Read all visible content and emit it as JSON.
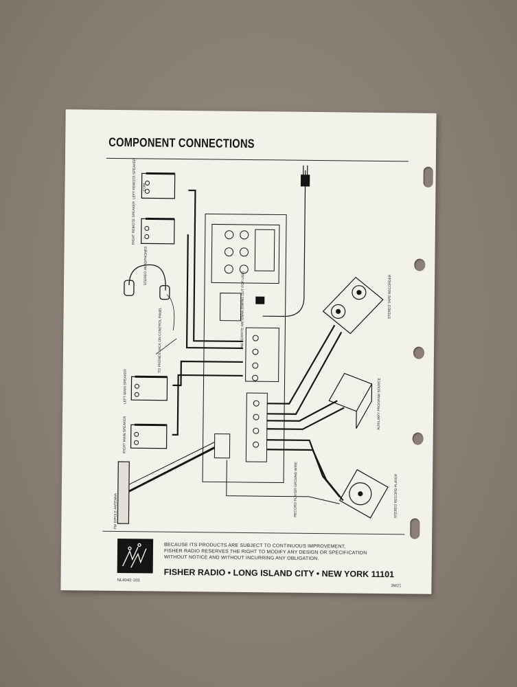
{
  "document": {
    "title": "COMPONENT CONNECTIONS",
    "labels": {
      "left_remote_speaker": "LEFT REMOTE SPEAKER",
      "right_remote_speaker": "RIGHT REMOTE SPEAKER",
      "stereo_headphones": "STEREO HEADPHONES",
      "phones_jack": "TO PHONES JACK ON CONTROL PANEL",
      "left_main_speaker": "LEFT MAIN SPEAKER",
      "right_main_speaker": "RIGHT MAIN SPEAKER",
      "fm_dipole_antenna": "FM DIPOLE ANTENNA",
      "am_ferrite_antenna": "AM FERRITE ANTENNA (SWING OUT FOR USE)",
      "stereo_tape_recorder": "STEREO TAPE RECORDER",
      "auxiliary_program_source": "AUXILIARY PROGRAM SOURCE",
      "stereo_record_player": "STEREO RECORD PLAYER",
      "record_player_ground_wire": "RECORD PLAYER GROUND WIRE",
      "com": "COM"
    },
    "notice_line1": "BECAUSE ITS PRODUCTS ARE SUBJECT TO CONTINUOUS IMPROVEMENT,",
    "notice_line2": "FISHER RADIO RESERVES THE RIGHT TO MODIFY ANY DESIGN OR SPECIFICATION",
    "notice_line3": "WITHOUT NOTICE AND WITHOUT INCURRING ANY OBLIGATION.",
    "company": "FISHER RADIO • LONG ISLAND CITY • NEW YORK 11101",
    "code_left": "NL4042-103",
    "code_right": "3M21"
  },
  "colors": {
    "background": "#8c8276",
    "paper": "#f2f1ea",
    "ink": "#151515"
  }
}
